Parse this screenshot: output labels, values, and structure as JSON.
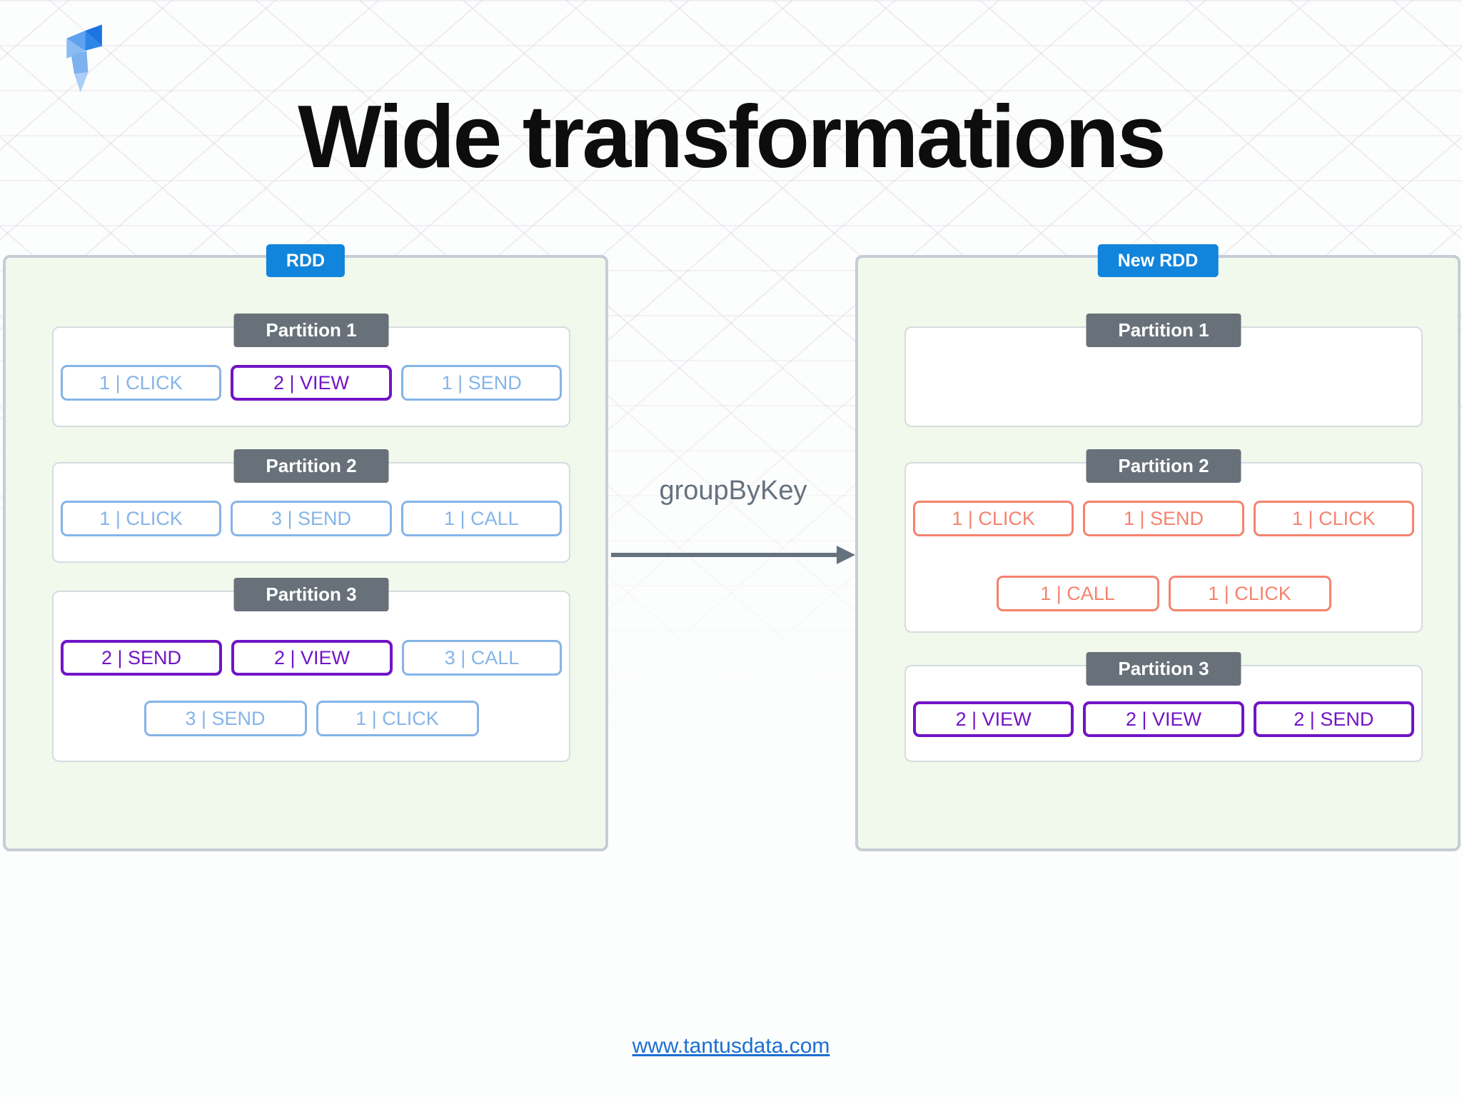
{
  "title": "Wide transformations",
  "transform_label": "groupByKey",
  "footer": {
    "link_text": "www.tantusdata.com"
  },
  "colors": {
    "blue_chip": "#85b4e8",
    "purple_chip": "#7113c6",
    "salmon_chip": "#f4836e",
    "badge_blue": "#1184db",
    "header_gray": "#68717a",
    "panel_bg": "#f1f9ec",
    "arrow_gray": "#66727e",
    "link_blue": "#1a6fd0"
  },
  "left_panel": {
    "badge": "RDD",
    "partitions": [
      {
        "label": "Partition 1",
        "rows": [
          [
            {
              "label": "1 | CLICK",
              "tone": "blue_chip"
            },
            {
              "label": "2 | VIEW",
              "tone": "purple_chip"
            },
            {
              "label": "1 | SEND",
              "tone": "blue_chip"
            }
          ]
        ]
      },
      {
        "label": "Partition 2",
        "rows": [
          [
            {
              "label": "1 | CLICK",
              "tone": "blue_chip"
            },
            {
              "label": "3 | SEND",
              "tone": "blue_chip"
            },
            {
              "label": "1 | CALL",
              "tone": "blue_chip"
            }
          ]
        ]
      },
      {
        "label": "Partition 3",
        "rows": [
          [
            {
              "label": "2 | SEND",
              "tone": "purple_chip"
            },
            {
              "label": "2 | VIEW",
              "tone": "purple_chip"
            },
            {
              "label": "3 | CALL",
              "tone": "blue_chip"
            }
          ],
          [
            {
              "label": "3 | SEND",
              "tone": "blue_chip"
            },
            {
              "label": "1 | CLICK",
              "tone": "blue_chip"
            }
          ]
        ]
      }
    ]
  },
  "right_panel": {
    "badge": "New RDD",
    "partitions": [
      {
        "label": "Partition 1",
        "rows": []
      },
      {
        "label": "Partition 2",
        "rows": [
          [
            {
              "label": "1 | CLICK",
              "tone": "salmon_chip"
            },
            {
              "label": "1 | SEND",
              "tone": "salmon_chip"
            },
            {
              "label": "1 | CLICK",
              "tone": "salmon_chip"
            }
          ],
          [
            {
              "label": "1 | CALL",
              "tone": "salmon_chip"
            },
            {
              "label": "1 | CLICK",
              "tone": "salmon_chip"
            }
          ]
        ]
      },
      {
        "label": "Partition 3",
        "rows": [
          [
            {
              "label": "2 | VIEW",
              "tone": "purple_chip"
            },
            {
              "label": "2 | VIEW",
              "tone": "purple_chip"
            },
            {
              "label": "2 | SEND",
              "tone": "purple_chip"
            }
          ]
        ]
      }
    ]
  }
}
